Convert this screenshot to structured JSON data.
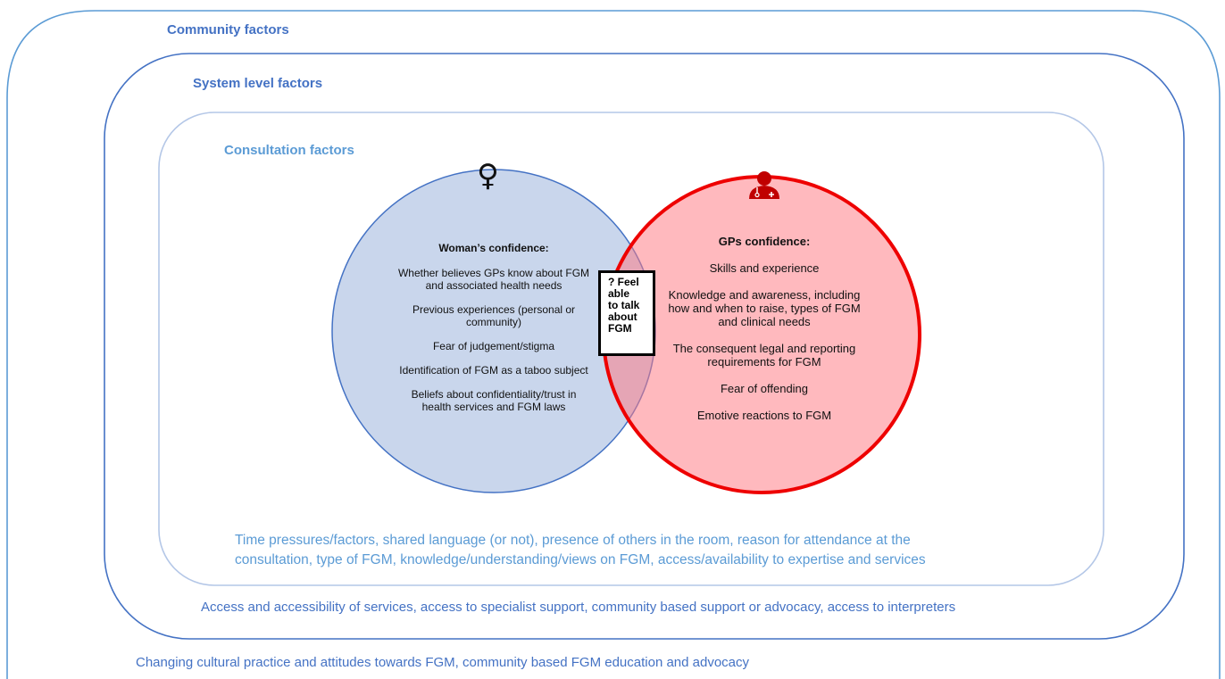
{
  "layers": {
    "community": {
      "label": "Community factors",
      "description": "Changing cultural practice and attitudes towards FGM, community based FGM education and advocacy"
    },
    "system": {
      "label": "System level factors",
      "description": "Access and accessibility of services, access to specialist support, community based support or advocacy, access to interpreters"
    },
    "consultation": {
      "label": "Consultation factors",
      "description_lines": [
        "Time pressures/factors, shared language (or not), presence of others in the room, reason for attendance at the",
        "consultation, type of FGM, knowledge/understanding/views on FGM, access/availability to expertise and services"
      ]
    }
  },
  "woman": {
    "icon": "female-symbol-icon",
    "symbol": "♀",
    "title": "Woman’s confidence:",
    "items": [
      [
        "Whether believes GPs know about FGM",
        "and associated health needs"
      ],
      [
        "Previous experiences (personal or",
        "community)"
      ],
      [
        "Fear of judgement/stigma"
      ],
      [
        "Identification of FGM as a taboo subject"
      ],
      [
        "Beliefs about confidentiality/trust in",
        "health services and FGM laws"
      ]
    ]
  },
  "gp": {
    "icon": "doctor-icon",
    "title": "GPs confidence:",
    "items": [
      [
        "Skills and experience"
      ],
      [
        "Knowledge and awareness, including",
        "how and when to raise, types of FGM",
        "and clinical needs"
      ],
      [
        "The consequent legal and reporting",
        "requirements for FGM"
      ],
      [
        "Fear of offending"
      ],
      [
        "Emotive reactions to FGM"
      ]
    ]
  },
  "overlap": {
    "lines": [
      "? Feel",
      "able",
      "to talk",
      "about",
      "FGM"
    ]
  },
  "colors": {
    "outer_border": "#5b9bd5",
    "system_border": "#4472c4",
    "consultation_border": "#b4c7e7",
    "woman_fill": "#c9d6ec",
    "woman_border": "#4472c4",
    "gp_fill": "#ffb3b8",
    "gp_border": "#ee0000"
  }
}
